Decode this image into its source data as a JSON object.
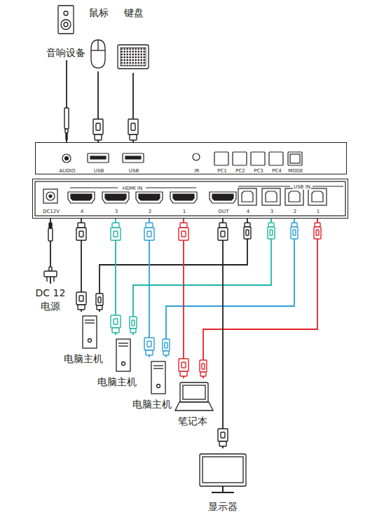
{
  "diagram": {
    "nodes": [
      {
        "text": [
          "音响设备"
        ]
      },
      {
        "text": [
          "鼠标"
        ]
      },
      {
        "text": [
          "键盘"
        ]
      },
      {
        "text": [
          "AUDIO",
          "USB",
          "USB",
          "IR",
          "PC1",
          "PC2",
          "PC3",
          "PC4",
          "MODE"
        ]
      },
      {
        "text": [
          "HDMI IN",
          "USB IN",
          "DC12V",
          "4",
          "3",
          "2",
          "1",
          "OUT",
          "4",
          "3",
          "2",
          "1"
        ]
      },
      {
        "text": [
          "DC 12 电源"
        ]
      },
      {
        "text": [
          "电脑主机"
        ]
      },
      {
        "text": [
          "电脑主机"
        ]
      },
      {
        "text": [
          "电脑主机"
        ]
      },
      {
        "text": [
          "笔记本"
        ]
      },
      {
        "text": [
          "显示器"
        ]
      }
    ],
    "edges": [
      {
        "from": 0,
        "to": 3,
        "arrow": "none"
      },
      {
        "from": 1,
        "to": 3,
        "arrow": "none"
      },
      {
        "from": 2,
        "to": 3,
        "arrow": "none"
      },
      {
        "from": 4,
        "to": 5,
        "arrow": "none"
      },
      {
        "from": 4,
        "to": 6,
        "arrow": "none"
      },
      {
        "from": 4,
        "to": 6,
        "arrow": "none"
      },
      {
        "from": 4,
        "to": 7,
        "arrow": "none"
      },
      {
        "from": 4,
        "to": 7,
        "arrow": "none"
      },
      {
        "from": 4,
        "to": 8,
        "arrow": "none"
      },
      {
        "from": 4,
        "to": 8,
        "arrow": "none"
      },
      {
        "from": 4,
        "to": 9,
        "arrow": "none"
      },
      {
        "from": 4,
        "to": 9,
        "arrow": "none"
      },
      {
        "from": 4,
        "to": 10,
        "arrow": "none"
      }
    ]
  }
}
